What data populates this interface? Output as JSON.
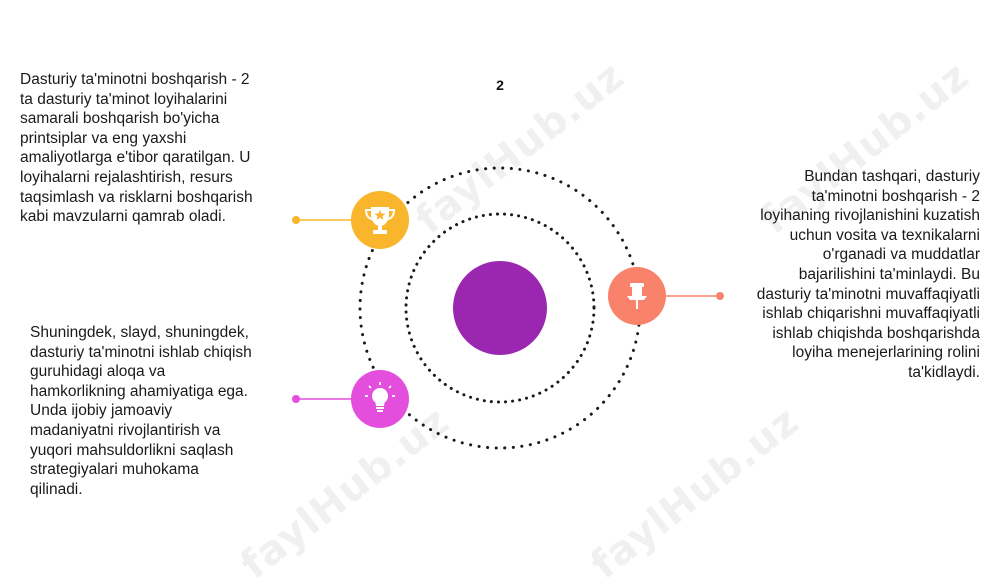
{
  "page_number": "2",
  "watermark": "faylHub.uz",
  "texts": {
    "top_left": "Dasturiy ta'minotni boshqarish - 2\nta dasturiy ta'minot loyihalarini\nsamarali boshqarish bo'yicha\nprintsiplar va eng yaxshi\namaliyotlarga e'tibor qaratilgan. U\nloyihalarni rejalashtirish, resurs\ntaqsimlash va risklarni boshqarish\nkabi mavzularni qamrab oladi.",
    "bottom_left": "Shuningdek, slayd, shuningdek,\ndasturiy ta'minotni ishlab chiqish\nguruhidagi aloqa va\nhamkorlikning ahamiyatiga ega.\nUnda ijobiy jamoaviy\nmadaniyatni rivojlantirish va\nyuqori mahsuldorlikni saqlash\nstrategiyalari muhokama\nqilinadi.",
    "right": "Bundan tashqari, dasturiy\nta'minotni boshqarish - 2\nloyihaning rivojlanishini kuzatish\nuchun vosita va texnikalarni\no'rganadi va muddatlar\nbajarilishini ta'minlaydi. Bu\ndasturiy ta'minotni muvaffaqiyatli\nishlab chiqarishni muvaffaqiyatli\nishlab chiqishda boshqarishda\nloyiha menejerlarining rolini\nta'kidlaydi."
  },
  "colors": {
    "center": "#9b27b0",
    "trophy": "#f9b52c",
    "pin": "#f9826a",
    "bulb": "#e34fdc",
    "orbit": "#1a1a1a"
  },
  "icons": {
    "trophy": "trophy-icon",
    "pin": "pushpin-icon",
    "bulb": "lightbulb-icon"
  }
}
